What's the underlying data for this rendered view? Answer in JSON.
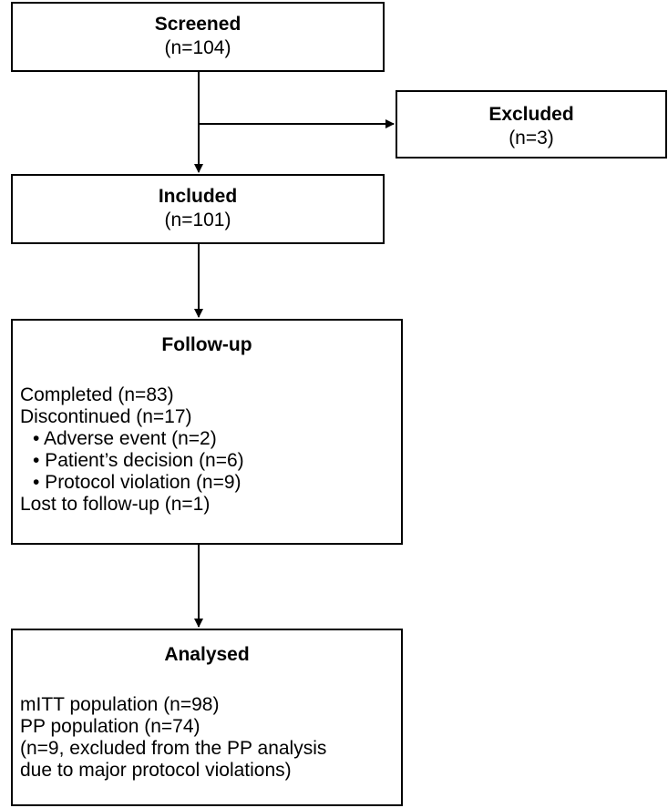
{
  "screened": {
    "title": "Screened",
    "count": "(n=104)"
  },
  "excluded": {
    "title": "Excluded",
    "count": "(n=3)"
  },
  "included": {
    "title": "Included",
    "count": "(n=101)"
  },
  "follow_up": {
    "title": "Follow-up",
    "completed": "Completed (n=83)",
    "discontinued": "Discontinued (n=17)",
    "reasons": [
      "• Adverse event (n=2)",
      "• Patient’s decision (n=6)",
      "• Protocol violation (n=9)"
    ],
    "lost": "Lost to follow-up (n=1)"
  },
  "analysed": {
    "title": "Analysed",
    "lines": [
      "mITT population (n=98)",
      "PP population (n=74)",
      "(n=9, excluded from the PP analysis",
      "due to major protocol violations)"
    ]
  }
}
